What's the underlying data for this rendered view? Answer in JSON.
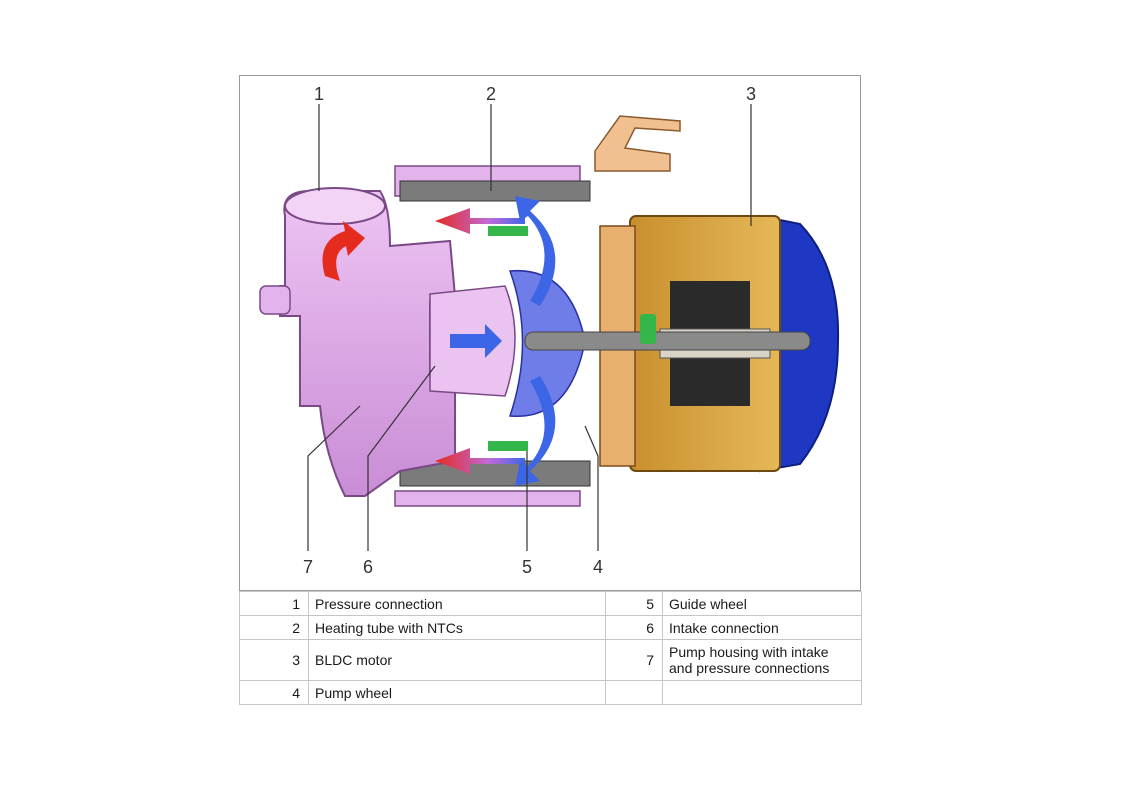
{
  "callouts": {
    "n1": "1",
    "n2": "2",
    "n3": "3",
    "n4": "4",
    "n5": "5",
    "n6": "6",
    "n7": "7"
  },
  "legend": {
    "rows": [
      {
        "n_left": "1",
        "t_left": "Pressure connection",
        "n_right": "5",
        "t_right": "Guide wheel"
      },
      {
        "n_left": "2",
        "t_left": "Heating tube with NTCs",
        "n_right": "6",
        "t_right": "Intake connection"
      },
      {
        "n_left": "3",
        "t_left": "BLDC motor",
        "n_right": "7",
        "t_right": "Pump housing with intake and pressure connections"
      },
      {
        "n_left": "4",
        "t_left": "Pump wheel",
        "n_right": "",
        "t_right": ""
      }
    ]
  },
  "colors": {
    "housing": "#e3b3ec",
    "heating_tube": "#7b7b7b",
    "motor": "#d6a640",
    "motor_cap": "#1f38c4",
    "flow_blue": "#3d66e6",
    "flow_hot": "#e52a1e",
    "ntc_green": "#35b64a"
  }
}
